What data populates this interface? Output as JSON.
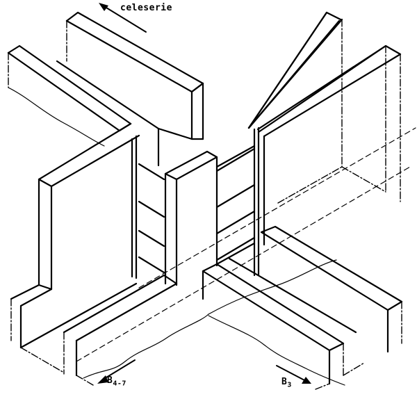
{
  "diagram": {
    "type": "isometric technical drawing",
    "subject": "trench intersection with shoring formwork panels and central post",
    "labels": {
      "top": {
        "text": "celeserie",
        "arrow": "up-left"
      },
      "bottom_left": {
        "main": "B",
        "sub": "4-7",
        "arrow": "down-left"
      },
      "bottom_right": {
        "main": "B",
        "sub": "3",
        "arrow": "down-right"
      }
    },
    "colors": {
      "ink": "#000000",
      "paper": "#ffffff"
    }
  }
}
